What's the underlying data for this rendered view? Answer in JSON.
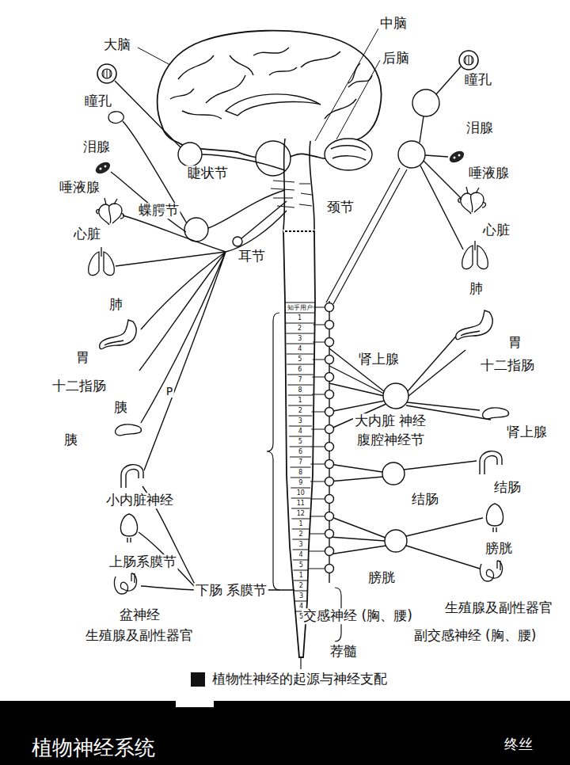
{
  "diagram": {
    "title": "植物神经系统",
    "caption": "植物性神经的起源与神经支配",
    "labels": [
      "大脑",
      "中脑",
      "后脑",
      "瞳孔",
      "瞳孔",
      "泪腺",
      "泪腺",
      "睫状节",
      "唾液腺",
      "唾液腺",
      "蝶腭节",
      "颈节",
      "耳节",
      "心脏",
      "心脏",
      "肺",
      "肺",
      "胃",
      "胃",
      "十二指肠",
      "十二指肠",
      "P",
      "胰",
      "胰",
      "肾上腺",
      "肾上腺",
      "大内脏 神经",
      "腹腔神经节",
      "小内脏神经",
      "结肠",
      "结肠",
      "上肠系膜节",
      "膀胱",
      "膀胱",
      "下肠 系膜节",
      "盆神经",
      "生殖腺及副性器官",
      "生殖腺及副性器官",
      "副交感神经 (胸、腰)",
      "交感神经 (胸、腰)",
      "荐髓",
      "终丝",
      "知乎用户",
      "1",
      "2",
      "3",
      "4",
      "5",
      "6",
      "7",
      "8",
      "1",
      "2",
      "3",
      "4",
      "5",
      "6",
      "7",
      "8",
      "9",
      "10",
      "11",
      "12",
      "1",
      "2",
      "3",
      "4",
      "5",
      "1",
      "2",
      "3",
      "4",
      "5"
    ]
  }
}
